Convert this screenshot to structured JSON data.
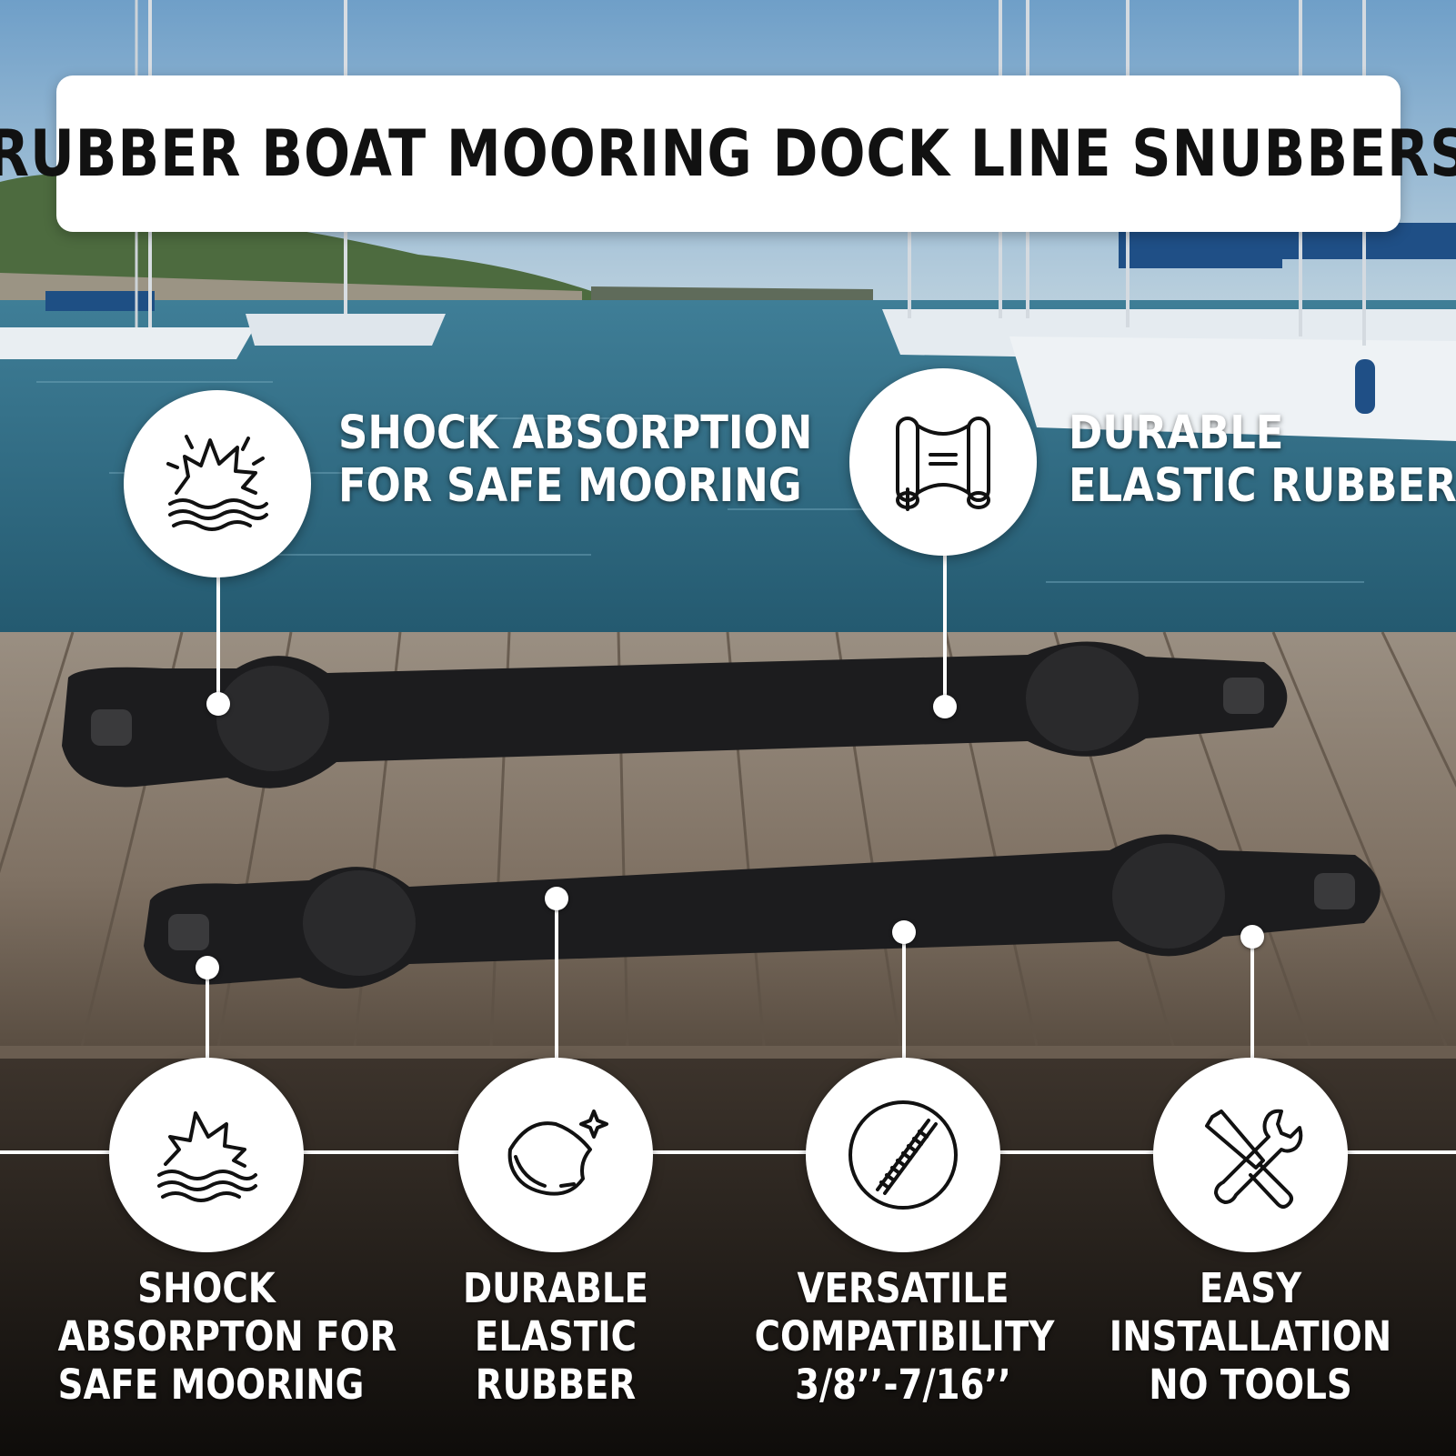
{
  "title": "RUBBER BOAT MOORING DOCK LINE SNUBBERS",
  "top_features": [
    {
      "line1": "SHOCK ABSORPTION",
      "line2": "FOR SAFE MOORING",
      "icon": "shock-splash-icon"
    },
    {
      "line1": "DURABLE",
      "line2": "ELASTIC RUBBER",
      "icon": "stretch-rubber-icon"
    }
  ],
  "bottom_features": [
    {
      "line1": "SHOCK",
      "line2": "ABSORPTON FOR",
      "line3": "SAFE MOORING",
      "icon": "shock-splash-icon"
    },
    {
      "line1": "DURABLE",
      "line2": "ELASTIC",
      "line3": "RUBBER",
      "icon": "rubber-sheet-icon"
    },
    {
      "line1": "VERSATILE",
      "line2": "COMPATIBILITY",
      "line3": "3/8’’-7/16’’",
      "icon": "rope-icon"
    },
    {
      "line1": "EASY",
      "line2": "INSTALLATION",
      "line3": "NO TOOLS",
      "icon": "tools-icon"
    }
  ],
  "colors": {
    "sky": "#7fa8c8",
    "water": "#2f6e86",
    "dock": "#8a7d6e",
    "rubber": "#1c1c1e",
    "text": "#ffffff",
    "title_text": "#111111"
  }
}
